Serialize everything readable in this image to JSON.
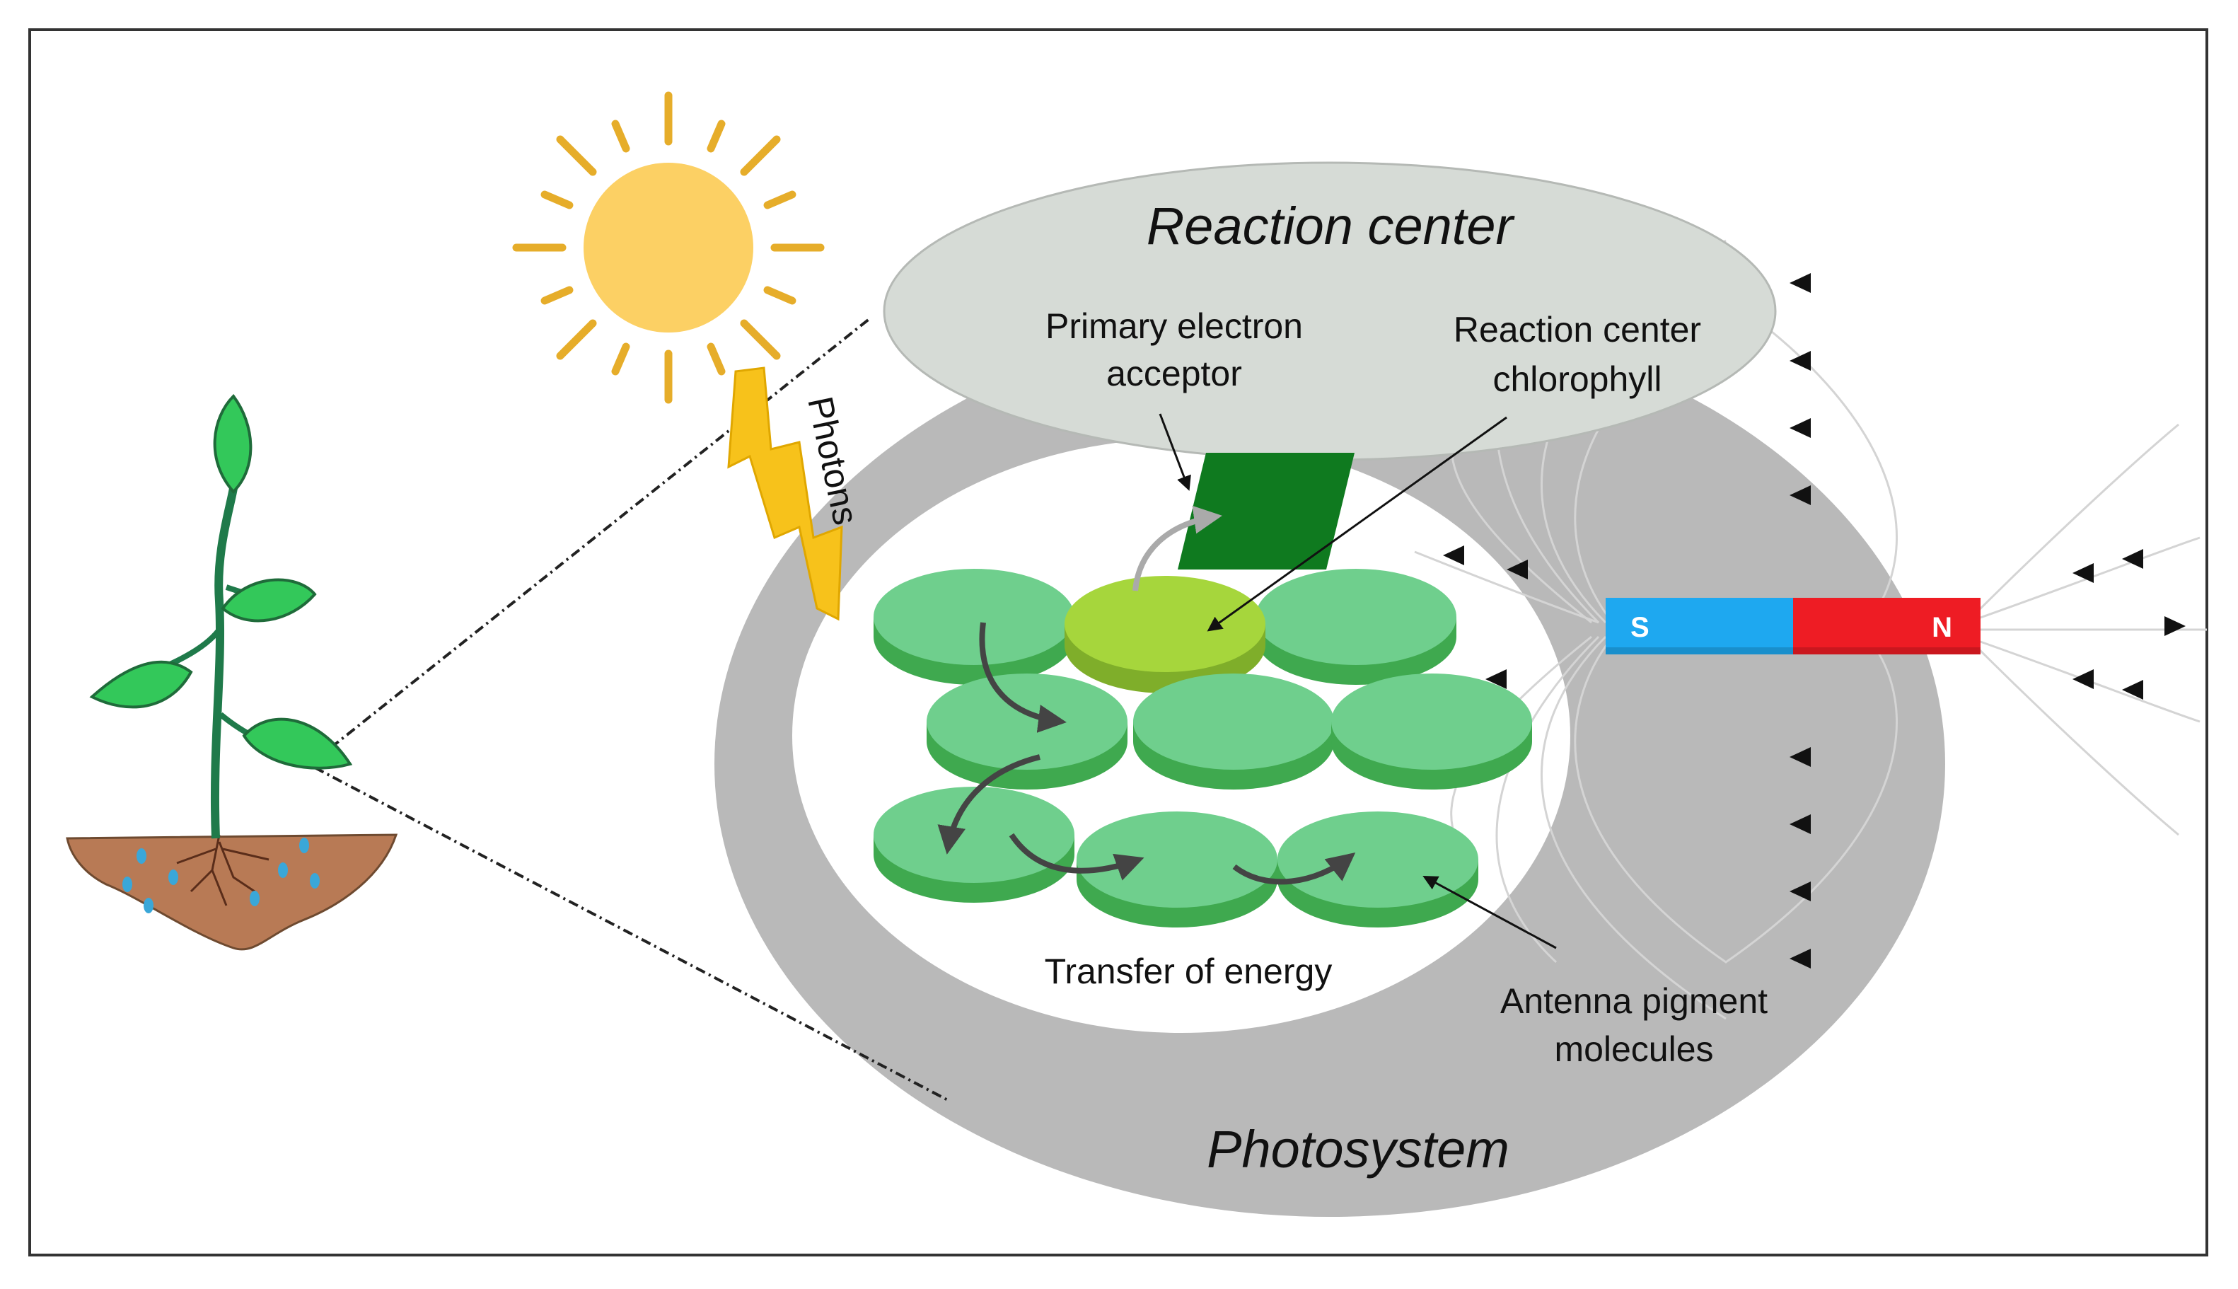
{
  "labels": {
    "reaction_center": "Reaction center",
    "primary_electron_acceptor_line1": "Primary electron",
    "primary_electron_acceptor_line2": "acceptor",
    "reaction_center_chlorophyll_line1": "Reaction center",
    "reaction_center_chlorophyll_line2": "chlorophyll",
    "photons": "Photons",
    "transfer_of_energy": "Transfer of energy",
    "antenna_pigment_line1": "Antenna pigment",
    "antenna_pigment_line2": "molecules",
    "photosystem": "Photosystem"
  },
  "magnet": {
    "south": "S",
    "north": "N"
  },
  "colors": {
    "sun": "#fcd064",
    "sun_rays": "#e6ad2a",
    "lightning": "#f7c21b",
    "ring": "#b9b9b9",
    "reaction_center_ellipse": "#d6dbd6",
    "antenna_disc_top": "#6fcf8d",
    "antenna_disc_side": "#3fa94f",
    "reaction_center_disc_top": "#a6d63c",
    "reaction_center_disc_side": "#7fae2a",
    "acceptor": "#0f7a1f",
    "magnet_south": "#1ea8f0",
    "magnet_north": "#ee1c24",
    "soil": "#b87a55",
    "leaf": "#33c85a",
    "stem": "#1f7a4a"
  }
}
